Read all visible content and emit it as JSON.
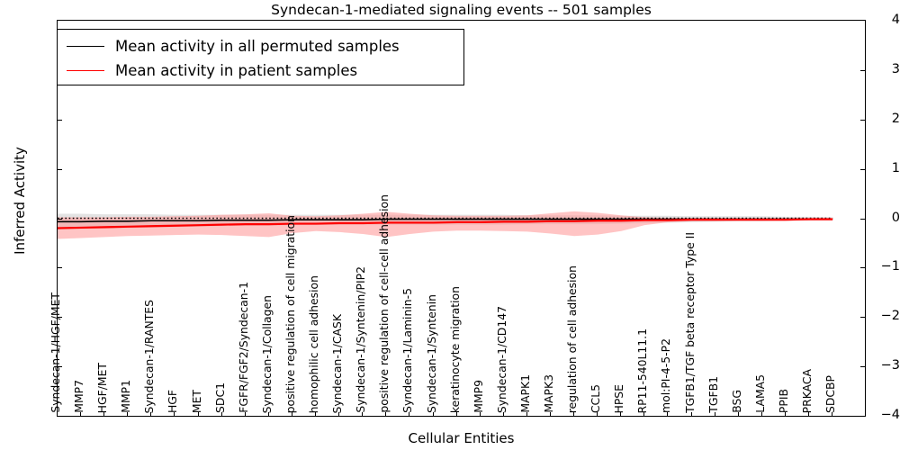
{
  "chart_data": {
    "type": "line",
    "title": "Syndecan-1-mediated signaling events -- 501 samples",
    "xlabel": "Cellular Entities",
    "ylabel": "Inferred Activity",
    "ylim": [
      -4,
      4
    ],
    "yticks": [
      4,
      3,
      2,
      1,
      0,
      -1,
      -2,
      -3,
      -4
    ],
    "grid": false,
    "legend_position": "upper left",
    "sample_count": 501,
    "categories": [
      "Syndecan-1/HGF/MET",
      "MMP7",
      "HGF/MET",
      "MMP1",
      "Syndecan-1/RANTES",
      "HGF",
      "MET",
      "SDC1",
      "FGFR/FGF2/Syndecan-1",
      "Syndecan-1/Collagen",
      "positive regulation of cell migration",
      "homophilic cell adhesion",
      "Syndecan-1/CASK",
      "Syndecan-1/Syntenin/PIP2",
      "positive regulation of cell-cell adhesion",
      "Syndecan-1/Laminin-5",
      "Syndecan-1/Syntenin",
      "keratinocyte migration",
      "MMP9",
      "Syndecan-1/CD147",
      "MAPK1",
      "MAPK3",
      "regulation of cell adhesion",
      "CCL5",
      "HPSE",
      "RP11-540L11.1",
      "mol:PI-4-5-P2",
      "TGFB1/TGF beta receptor Type II",
      "TGFB1",
      "BSG",
      "LAMA5",
      "PPIB",
      "PRKACA",
      "SDCBP"
    ],
    "series": [
      {
        "name": "Mean activity in all permuted samples",
        "color": "#000000",
        "style": "solid",
        "values": [
          -0.07,
          -0.07,
          -0.06,
          -0.06,
          -0.05,
          -0.05,
          -0.05,
          -0.04,
          -0.04,
          -0.04,
          -0.03,
          -0.03,
          -0.03,
          -0.03,
          -0.02,
          -0.02,
          -0.02,
          -0.02,
          -0.02,
          -0.02,
          -0.02,
          -0.02,
          -0.02,
          -0.02,
          -0.02,
          -0.02,
          -0.02,
          -0.02,
          -0.02,
          -0.02,
          -0.02,
          -0.02,
          -0.02,
          -0.02
        ],
        "band_color": "#cccccc",
        "band_upper": [
          0.09,
          0.09,
          0.08,
          0.08,
          0.08,
          0.07,
          0.07,
          0.07,
          0.07,
          0.07,
          0.07,
          0.07,
          0.07,
          0.07,
          0.07,
          0.07,
          0.07,
          0.07,
          0.07,
          0.07,
          0.06,
          0.06,
          0.06,
          0.06,
          0.05,
          0.05,
          0.05,
          0.04,
          0.04,
          0.04,
          0.04,
          0.03,
          0.03,
          0.02
        ],
        "band_lower": [
          -0.22,
          -0.22,
          -0.21,
          -0.2,
          -0.19,
          -0.18,
          -0.17,
          -0.16,
          -0.15,
          -0.15,
          -0.14,
          -0.14,
          -0.13,
          -0.13,
          -0.13,
          -0.13,
          -0.13,
          -0.13,
          -0.13,
          -0.13,
          -0.12,
          -0.12,
          -0.12,
          -0.12,
          -0.11,
          -0.1,
          -0.09,
          -0.08,
          -0.07,
          -0.06,
          -0.06,
          -0.05,
          -0.04,
          -0.03
        ]
      },
      {
        "name": "Mean activity in patient samples",
        "color": "#ff0000",
        "style": "solid",
        "values": [
          -0.2,
          -0.19,
          -0.18,
          -0.17,
          -0.16,
          -0.15,
          -0.14,
          -0.13,
          -0.12,
          -0.12,
          -0.11,
          -0.11,
          -0.1,
          -0.1,
          -0.09,
          -0.09,
          -0.09,
          -0.08,
          -0.08,
          -0.07,
          -0.07,
          -0.06,
          -0.06,
          -0.05,
          -0.05,
          -0.04,
          -0.04,
          -0.03,
          -0.03,
          -0.03,
          -0.03,
          -0.03,
          -0.02,
          -0.02
        ],
        "band_color": "#ff9999",
        "band_upper": [
          0.02,
          0.02,
          0.02,
          0.03,
          0.03,
          0.04,
          0.05,
          0.07,
          0.08,
          0.1,
          0.05,
          0.04,
          0.06,
          0.09,
          0.13,
          0.09,
          0.06,
          0.05,
          0.05,
          0.05,
          0.06,
          0.1,
          0.14,
          0.11,
          0.06,
          0.02,
          0.01,
          0.01,
          0.01,
          0.01,
          0.01,
          0.01,
          0.01,
          0.01
        ],
        "band_lower": [
          -0.42,
          -0.4,
          -0.38,
          -0.36,
          -0.35,
          -0.34,
          -0.33,
          -0.34,
          -0.36,
          -0.38,
          -0.3,
          -0.26,
          -0.28,
          -0.32,
          -0.38,
          -0.32,
          -0.27,
          -0.25,
          -0.25,
          -0.26,
          -0.27,
          -0.31,
          -0.36,
          -0.33,
          -0.26,
          -0.14,
          -0.08,
          -0.06,
          -0.06,
          -0.05,
          -0.05,
          -0.05,
          -0.04,
          -0.04
        ]
      }
    ],
    "zero_reference_line": {
      "value": 0,
      "style": "dotted",
      "color": "#000000"
    }
  },
  "legend": {
    "entries": [
      {
        "label": "Mean activity in all permuted samples",
        "color": "#000000"
      },
      {
        "label": "Mean activity in patient samples",
        "color": "#ff0000"
      }
    ]
  }
}
